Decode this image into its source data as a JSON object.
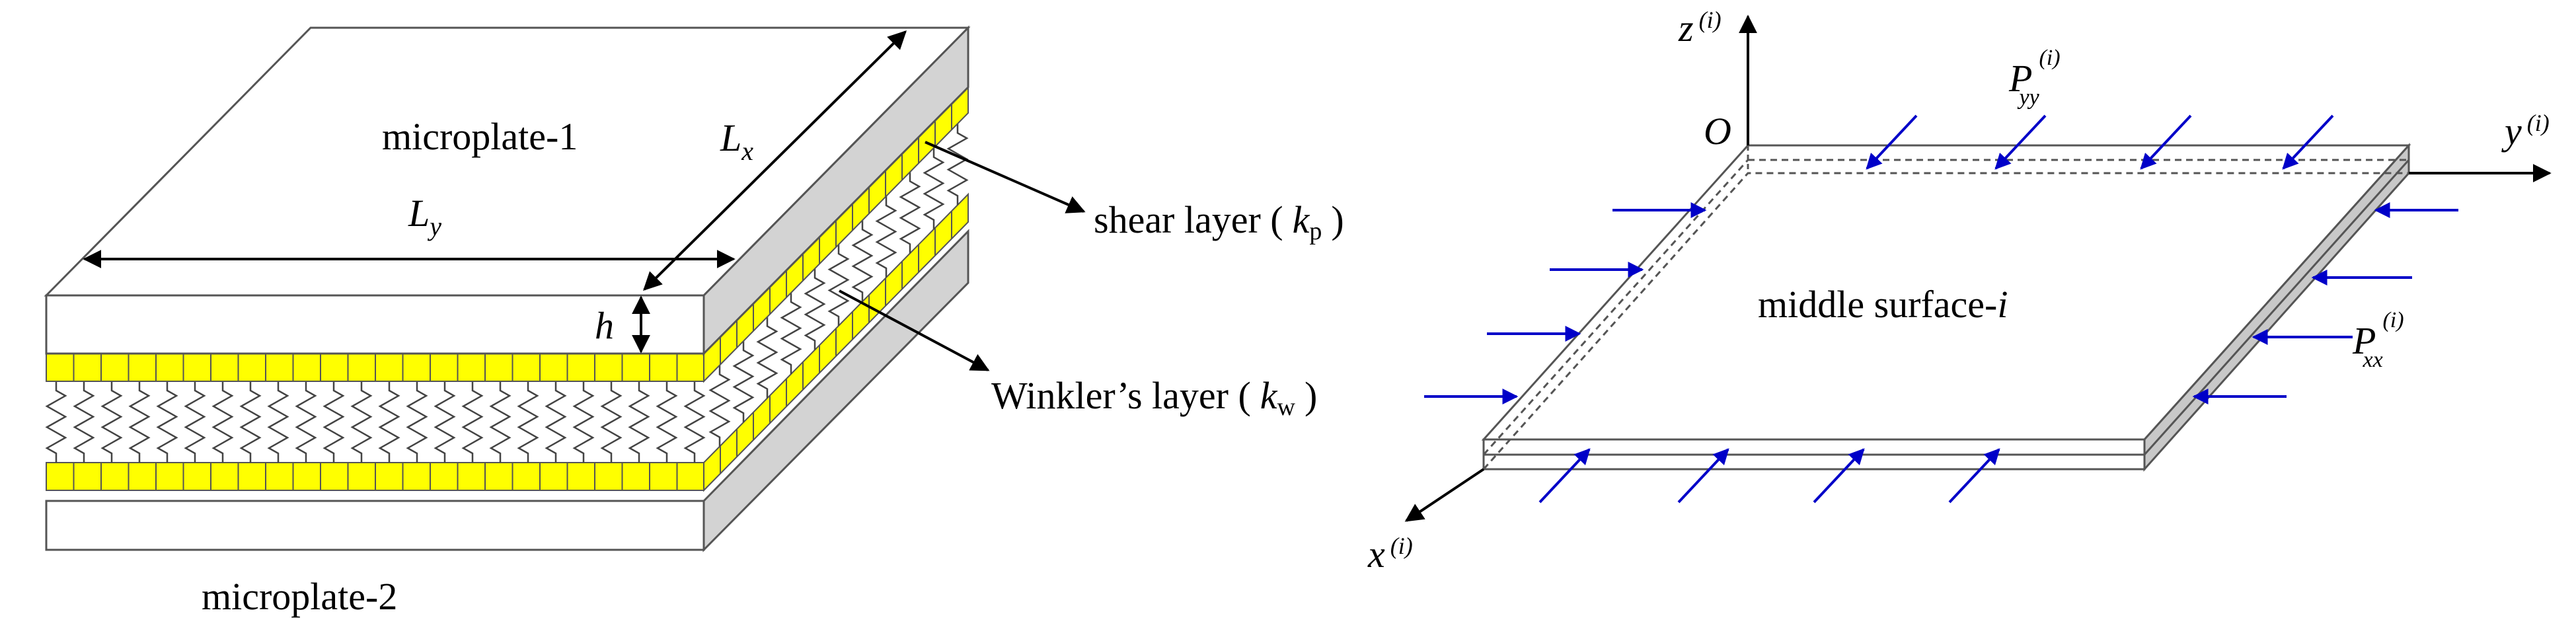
{
  "left": {
    "top_plate_label": "microplate-1",
    "bottom_plate_label": "microplate-2",
    "lx_label": "L",
    "lx_sub": "x",
    "ly_label": "L",
    "ly_sub": "y",
    "h_label": "h",
    "shear_label_prefix": "shear layer (",
    "shear_k": "k",
    "shear_sub": "p",
    "shear_label_suffix": ")",
    "winkler_label_prefix": "Winkler’s layer (",
    "winkler_k": "k",
    "winkler_sub": "w",
    "winkler_label_suffix": ")",
    "colors": {
      "shear_layer": "#ffff00",
      "side_face": "#d3d3d3"
    }
  },
  "right": {
    "origin_label": "O",
    "z_axis": "z",
    "y_axis": "y",
    "x_axis": "x",
    "superscript": "(i)",
    "surface_label_prefix": "middle surface-",
    "surface_label_suffix": "i",
    "pyy_label": "P",
    "pyy_sub": "yy",
    "pxx_label": "P",
    "pxx_sub": "xx",
    "colors": {
      "load_arrow": "#0000c8",
      "side_face": "#c8c8c8"
    }
  }
}
